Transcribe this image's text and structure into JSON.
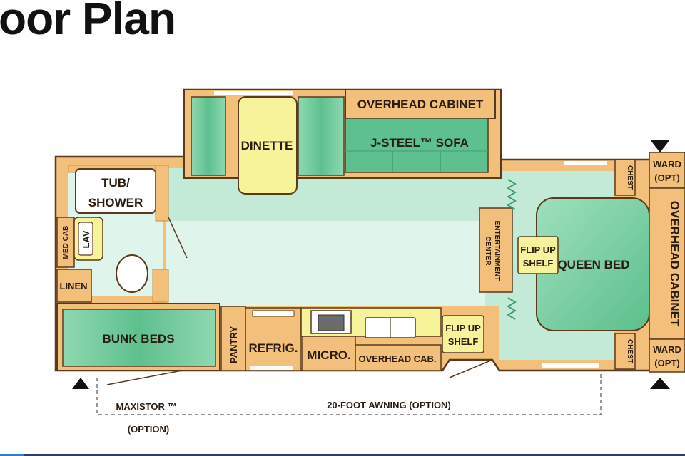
{
  "header": {
    "title": "oor Plan"
  },
  "floorplan": {
    "labels": {
      "overhead_cabinet_top": "OVERHEAD CABINET",
      "dinette": "DINETTE",
      "sofa": "J-STEEL™ SOFA",
      "tub_line1": "TUB/",
      "tub_line2": "SHOWER",
      "med_cab": "MED CAB",
      "lav": "LAV",
      "linen": "LINEN",
      "bunk_beds": "BUNK BEDS",
      "pantry": "PANTRY",
      "refrig": "REFRIG.",
      "micro": "MICRO.",
      "overhead_cab": "OVERHEAD CAB.",
      "flip_up_shelf_kitchen_1": "FLIP UP",
      "flip_up_shelf_kitchen_2": "SHELF",
      "entertainment_center_1": "ENTERTAINMENT",
      "entertainment_center_2": "CENTER",
      "flip_up_shelf_bed_1": "FLIP UP",
      "flip_up_shelf_bed_2": "SHELF",
      "queen_bed": "QUEEN BED",
      "chest_top": "CHEST",
      "chest_bottom": "CHEST",
      "ward_top_1": "WARD",
      "ward_top_2": "(OPT)",
      "ward_bottom_1": "WARD",
      "ward_bottom_2": "(OPT)",
      "overhead_cabinet_right": "OVERHEAD CABINET",
      "maxistor_1": "MAXISTOR ™",
      "maxistor_2": "(OPTION)",
      "awning": "20-FOOT AWNING (OPTION)"
    },
    "colors": {
      "cabinet": "#f3c07c",
      "cabinet_edge": "#c98a3a",
      "floor": "#c3ead7",
      "floor_light": "#dff4ea",
      "green": "#5ec08e",
      "green_dark": "#3f9f6f",
      "yellow": "#f6f39a",
      "outline": "#5a3a1c"
    }
  }
}
